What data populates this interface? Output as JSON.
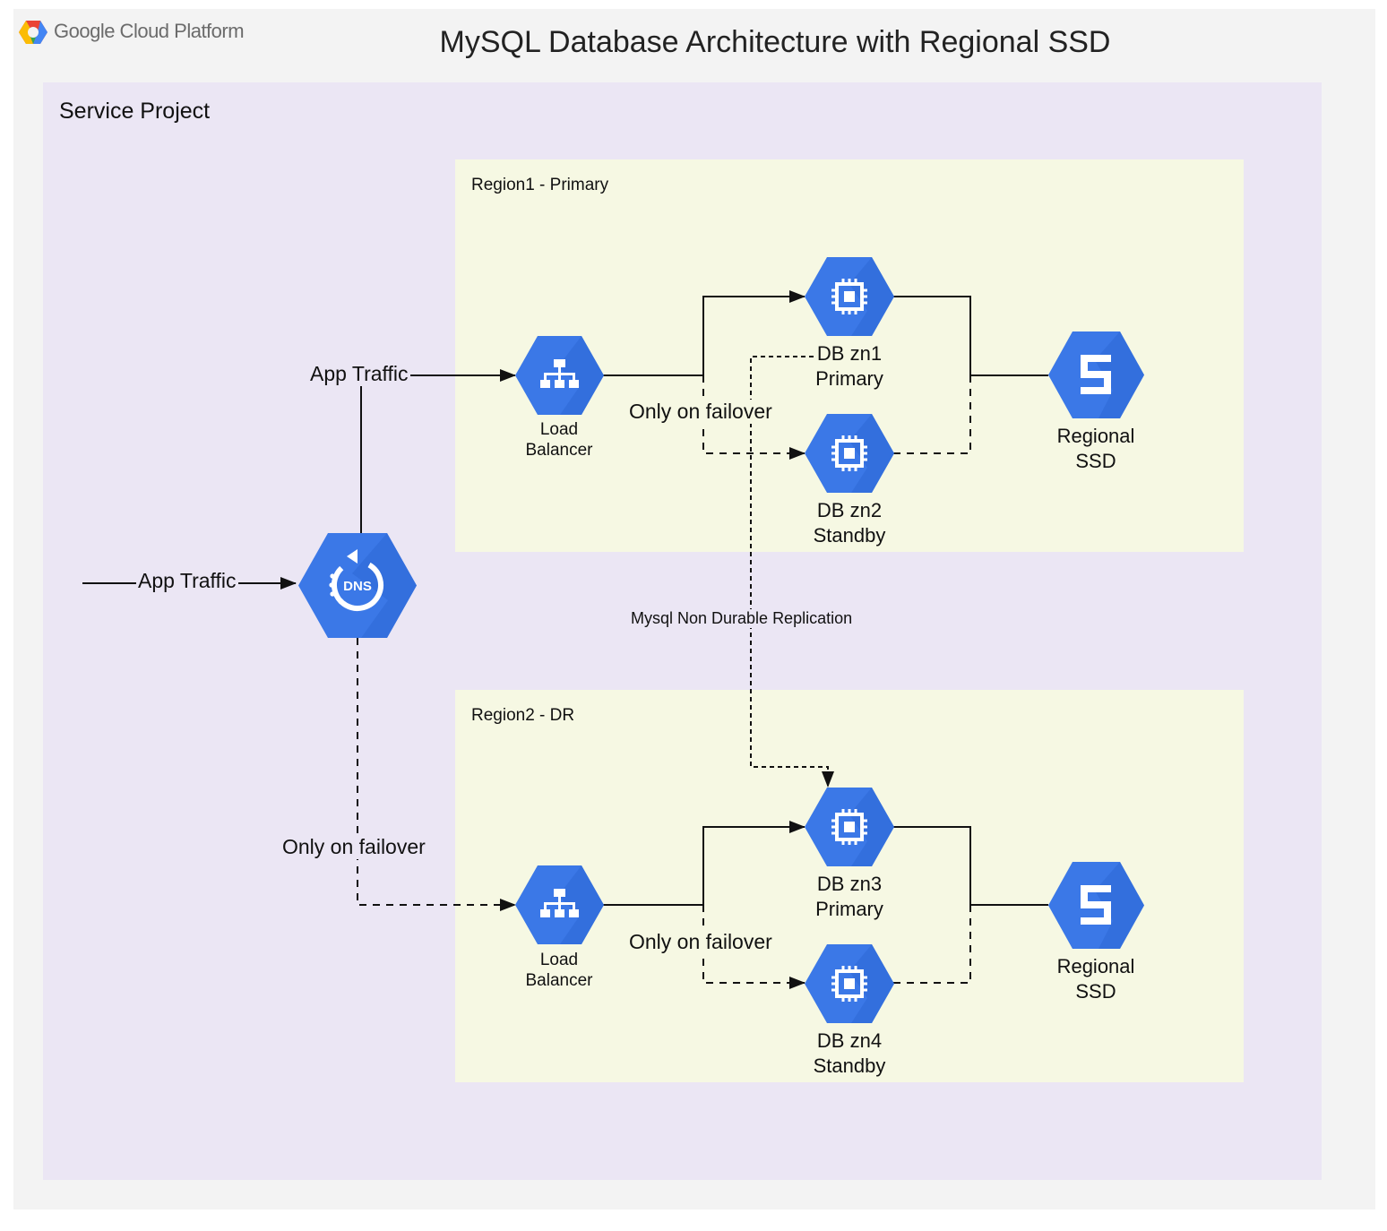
{
  "header": {
    "brand": "Google Cloud Platform",
    "title": "MySQL Database Architecture with Regional SSD"
  },
  "project": {
    "label": "Service Project"
  },
  "regions": [
    {
      "label": "Region1 - Primary",
      "load_balancer": {
        "label_line1": "Load",
        "label_line2": "Balancer",
        "icon": "load-balancer-icon"
      },
      "db_primary": {
        "label_line1": "DB zn1",
        "label_line2": "Primary",
        "icon": "compute-engine-icon"
      },
      "db_standby": {
        "label_line1": "DB zn2",
        "label_line2": "Standby",
        "icon": "compute-engine-icon"
      },
      "ssd": {
        "label_line1": "Regional",
        "label_line2": "SSD",
        "icon": "persistent-disk-icon"
      },
      "failover_label": "Only on failover"
    },
    {
      "label": "Region2 - DR",
      "load_balancer": {
        "label_line1": "Load",
        "label_line2": "Balancer",
        "icon": "load-balancer-icon"
      },
      "db_primary": {
        "label_line1": "DB zn3",
        "label_line2": "Primary",
        "icon": "compute-engine-icon"
      },
      "db_standby": {
        "label_line1": "DB zn4",
        "label_line2": "Standby",
        "icon": "compute-engine-icon"
      },
      "ssd": {
        "label_line1": "Regional",
        "label_line2": "SSD",
        "icon": "persistent-disk-icon"
      },
      "failover_label": "Only on failover"
    }
  ],
  "dns": {
    "icon_text": "DNS",
    "icon": "cloud-dns-icon"
  },
  "edges": {
    "app_traffic_in": "App Traffic",
    "app_traffic_region1": "App Traffic",
    "dns_failover": "Only on failover",
    "replication": "Mysql Non Durable Replication"
  },
  "colors": {
    "gcp_blue": "#3b78e7",
    "gcp_blue_dark": "#1a55c8",
    "project_bg": "#ebe6f4",
    "region_bg": "#f6f8e3",
    "page_bg": "#f3f3f3"
  }
}
